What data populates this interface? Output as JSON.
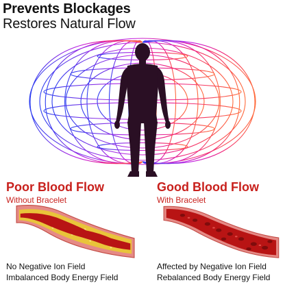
{
  "header": {
    "title": "Prevents Blockages",
    "subtitle": "Restores Natural Flow"
  },
  "illustration": {
    "icon": "human-figure-energy-field-icon",
    "field_colors": [
      "#2a3cf0",
      "#7a34e8",
      "#c21ee0",
      "#f0207a",
      "#ff6a3a"
    ],
    "figure_color": "#2a0f24"
  },
  "panels": {
    "poor": {
      "heading": "Poor Blood Flow",
      "subheading": "Without Bracelet",
      "caption_line1": "No Negative Ion Field",
      "caption_line2": "Imbalanced Body Energy Field",
      "icon": "clogged-artery-icon"
    },
    "good": {
      "heading": "Good Blood Flow",
      "subheading": "With Bracelet",
      "caption_line1": "Affected by Negative Ion Field",
      "caption_line2": "Rebalanced Body Energy Field",
      "icon": "clear-artery-icon"
    }
  },
  "colors": {
    "accent_red": "#c8201c",
    "vessel_outer": "#e58a86",
    "vessel_inner": "#b81414",
    "plaque_yellow": "#e9c43a",
    "text": "#111111"
  }
}
